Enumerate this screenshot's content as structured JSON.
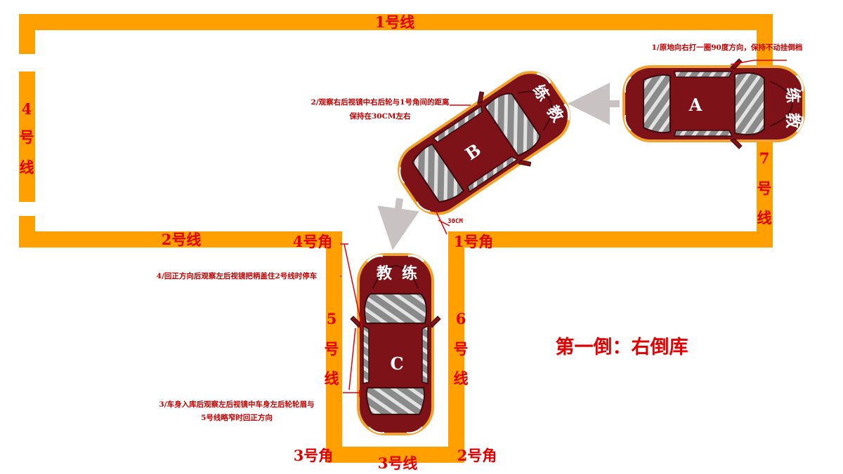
{
  "title": "第一倒：右倒库",
  "lanes": {
    "line1_top": "1号线",
    "line2": "2号线",
    "line3": "3号线",
    "line4": [
      "4",
      "号",
      "线"
    ],
    "line5": [
      "5",
      "号",
      "线"
    ],
    "line6": [
      "6",
      "号",
      "线"
    ],
    "line7": [
      "7",
      "号",
      "线"
    ]
  },
  "corners": {
    "corner1": "1号角",
    "corner2": "2号角",
    "corner3": "3号角",
    "corner4": "4号角"
  },
  "cars": {
    "a": {
      "letter": "A",
      "word": [
        "练",
        "教"
      ]
    },
    "b": {
      "letter": "B",
      "word": [
        "练",
        "教"
      ]
    },
    "c": {
      "letter": "C",
      "word": [
        "教",
        "练"
      ]
    }
  },
  "notes": {
    "step1": "1/原地向右打一圈90度方向，保持不动挂倒档",
    "step2": [
      "2/观察右后视镜中右后轮与1号角间的距离",
      "保持在30CM左右"
    ],
    "step3": [
      "3/车身入库后观察左后视镜中车身左后轮轮眉与",
      "5号线略窄时回正方向"
    ],
    "step4": "4/回正方向后观察左后视镜把柄盖住2号线时停车"
  },
  "distance_label": "30CM",
  "colors": {
    "lane": "#ff9f00",
    "car_body": "#7d1219",
    "label_red": "#e30000",
    "arrow": "#c8c2c2"
  }
}
